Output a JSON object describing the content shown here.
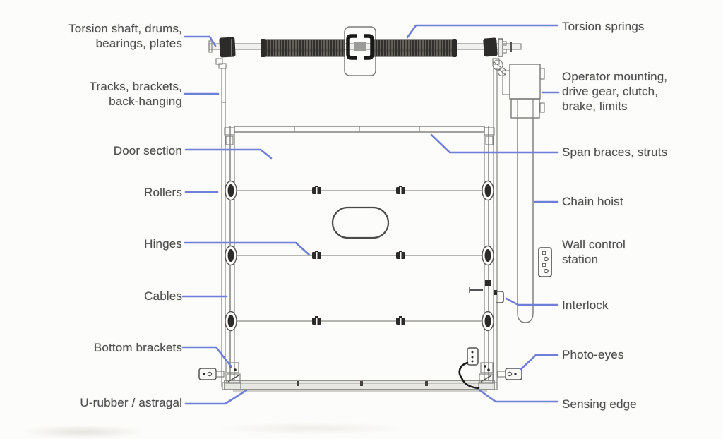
{
  "colors": {
    "background": "#fcfcfa",
    "text": "#4f4f4f",
    "line": "#7a7a76",
    "dark": "#2c2b29",
    "leader": "#6f7ed6"
  },
  "diagram": {
    "subject": "Sectional overhead door components"
  },
  "labels": {
    "left": [
      {
        "id": "torsion-shaft",
        "text": "Torsion shaft, drums,\nbearings, plates"
      },
      {
        "id": "tracks",
        "text": "Tracks, brackets,\nback-hanging"
      },
      {
        "id": "door-section",
        "text": "Door section"
      },
      {
        "id": "rollers",
        "text": "Rollers"
      },
      {
        "id": "hinges",
        "text": "Hinges"
      },
      {
        "id": "cables",
        "text": "Cables"
      },
      {
        "id": "bottom-brackets",
        "text": "Bottom brackets"
      },
      {
        "id": "u-rubber",
        "text": "U-rubber / astragal"
      }
    ],
    "right": [
      {
        "id": "torsion-springs",
        "text": "Torsion springs"
      },
      {
        "id": "operator",
        "text": "Operator mounting,\ndrive gear, clutch,\nbrake, limits"
      },
      {
        "id": "span-braces",
        "text": "Span braces, struts"
      },
      {
        "id": "chain-hoist",
        "text": "Chain hoist"
      },
      {
        "id": "wall-control",
        "text": "Wall control\nstation"
      },
      {
        "id": "interlock",
        "text": "Interlock"
      },
      {
        "id": "photo-eyes",
        "text": "Photo-eyes"
      },
      {
        "id": "sensing-edge",
        "text": "Sensing edge"
      }
    ]
  }
}
